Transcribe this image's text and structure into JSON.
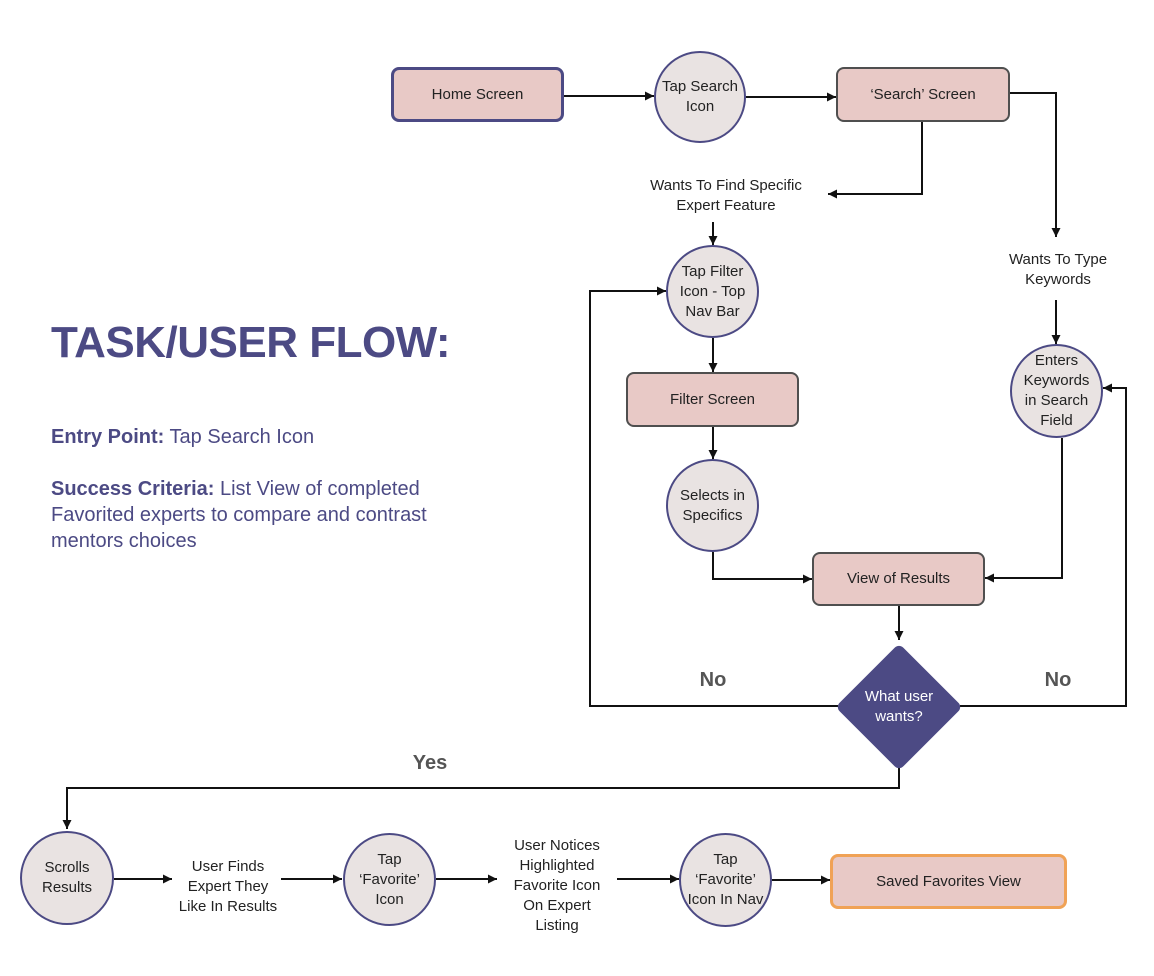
{
  "title": "TASK/USER FLOW:",
  "entry_point": {
    "label": "Entry Point:",
    "value": "Tap Search Icon"
  },
  "success_criteria": {
    "label": "Success Criteria:",
    "value": "List View of completed Favorited experts to compare and contrast mentors choices"
  },
  "nodes": {
    "home": "Home Screen",
    "tap_search": "Tap Search\nIcon",
    "search_screen": "‘Search’ Screen",
    "tap_filter": "Tap Filter\nIcon - Top\nNav Bar",
    "filter_screen": "Filter Screen",
    "selects": "Selects in\nSpecifics",
    "enters_keywords": "Enters\nKeywords\nin Search\nField",
    "results": "View of Results",
    "decision": "What user\nwants?",
    "scrolls": "Scrolls\nResults",
    "tap_favorite": "Tap\n‘Favorite’\nIcon",
    "tap_favorite_nav": "Tap\n‘Favorite’\nIcon In Nav",
    "saved": "Saved Favorites View"
  },
  "labels": {
    "wants_specific": "Wants To Find Specific\nExpert  Feature",
    "wants_type": "Wants To Type\nKeywords",
    "no_left": "No",
    "no_right": "No",
    "yes": "Yes",
    "user_finds": "User Finds\nExpert They\nLike In Results",
    "user_notices": "User Notices\nHighlighted\nFavorite Icon\nOn Expert\nListing"
  },
  "colors": {
    "accent": "#4c4a84",
    "box_fill": "#e8c9c6",
    "circle_fill": "#e9e3e2",
    "saved_border": "#f0a256"
  }
}
